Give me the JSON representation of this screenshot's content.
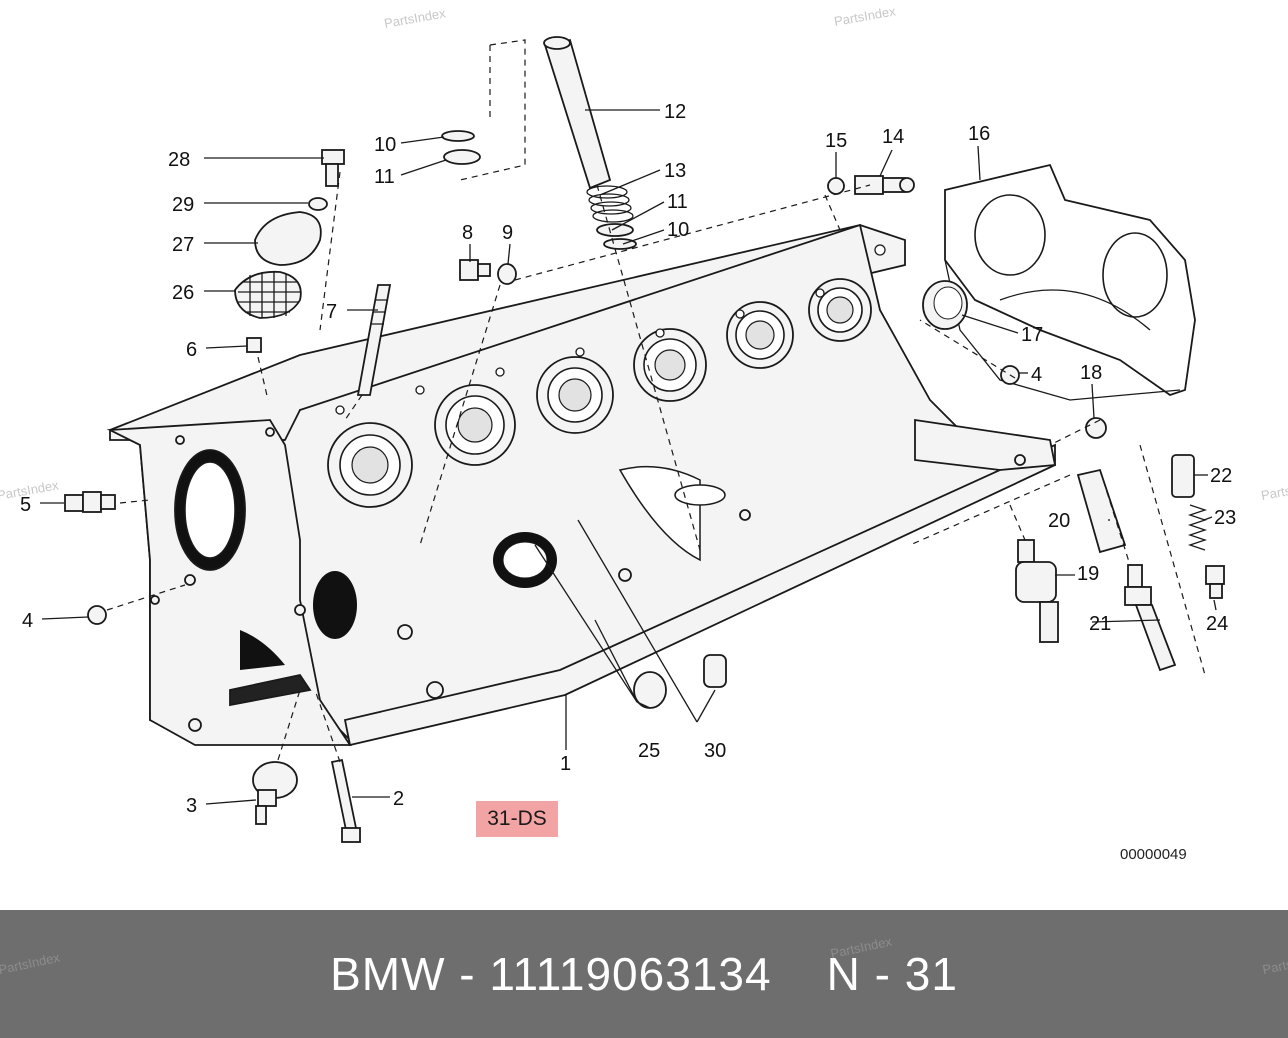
{
  "watermark": "PartsIndex",
  "diagram": {
    "code_label": "31-DS",
    "drawing_number": "00000049",
    "callouts": [
      "28",
      "29",
      "27",
      "26",
      "6",
      "7",
      "8",
      "9",
      "10",
      "11",
      "12",
      "13",
      "11",
      "10",
      "15",
      "14",
      "16",
      "17",
      "4",
      "18",
      "5",
      "4",
      "3",
      "2",
      "1",
      "25",
      "30",
      "19",
      "20",
      "21",
      "22",
      "23",
      "24"
    ]
  },
  "footer": {
    "brand": "BMW",
    "part_number": "11119063134",
    "page": "N - 31"
  }
}
